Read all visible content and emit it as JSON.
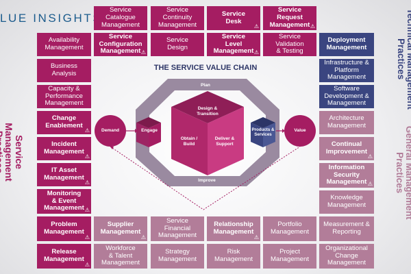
{
  "logo_text": "LUE INSIGHTS",
  "diagram_title": "THE SERVICE VALUE CHAIN",
  "side_labels": {
    "left": "Service Management\nPractices",
    "right_top": "Technical Management\nPractices",
    "right_bottom": "General Management\nPractices"
  },
  "chain": {
    "plan": "Plan",
    "design_transition": "Design &\nTransition",
    "obtain_build": "Obtain /\nBuild",
    "deliver_support": "Deliver &\nSupport",
    "engage": "Engage",
    "improve": "Improve",
    "demand": "Demand",
    "value": "Value",
    "products_services": "Products &\nServices"
  },
  "practices": {
    "service_catalogue": "Service\nCatalogue\nManagement",
    "service_continuity": "Service\nContinuity\nManagement",
    "service_desk": "Service\nDesk",
    "service_request": "Service\nRequest\nManagement",
    "availability": "Availability\nManagement",
    "service_configuration": "Service\nConfiguration\nManagement",
    "service_design": "Service\nDesign",
    "service_level": "Service\nLevel\nManagement",
    "service_validation": "Service\nValidation\n& Testing",
    "business_analysis": "Business\nAnalysis",
    "capacity_performance": "Capacity &\nPerformance\nManagement",
    "change_enablement": "Change\nEnablement",
    "incident": "Incident\nManagement",
    "it_asset": "IT Asset\nManagement",
    "monitoring_event": "Monitoring\n& Event\nManagement",
    "problem": "Problem\nManagement",
    "release": "Release\nManagement",
    "deployment": "Deployment\nManagement",
    "infrastructure_platform": "Infrastructure &\nPlatform\nManagement",
    "software_development": "Software\nDevelopment &\nManagement",
    "architecture": "Architecture\nManagement",
    "continual_improvement": "Continual\nImprovement",
    "information_security": "Information\nSecurity\nManagement",
    "knowledge": "Knowledge\nManagement",
    "measurement_reporting": "Measurement &\nReporting",
    "organizational_change": "Organizational\nChange\nManagement",
    "supplier": "Supplier\nManagement",
    "service_financial": "Service\nFinancial\nManagement",
    "relationship": "Relationship\nManagement",
    "portfolio": "Portfolio\nManagement",
    "workforce_talent": "Workforce\n& Talent\nManagement",
    "strategy": "Strategy\nManagement",
    "risk": "Risk\nManagement",
    "project": "Project\nManagement"
  },
  "warning_icon": "warning-triangle-icon",
  "colors": {
    "service_mgmt_dark": "#a51d62",
    "service_mgmt_light": "#b27d99",
    "technical_mgmt": "#3a4580",
    "general_mgmt": "#a84e80",
    "title": "#2c3566",
    "logo": "#1b5b8c"
  }
}
